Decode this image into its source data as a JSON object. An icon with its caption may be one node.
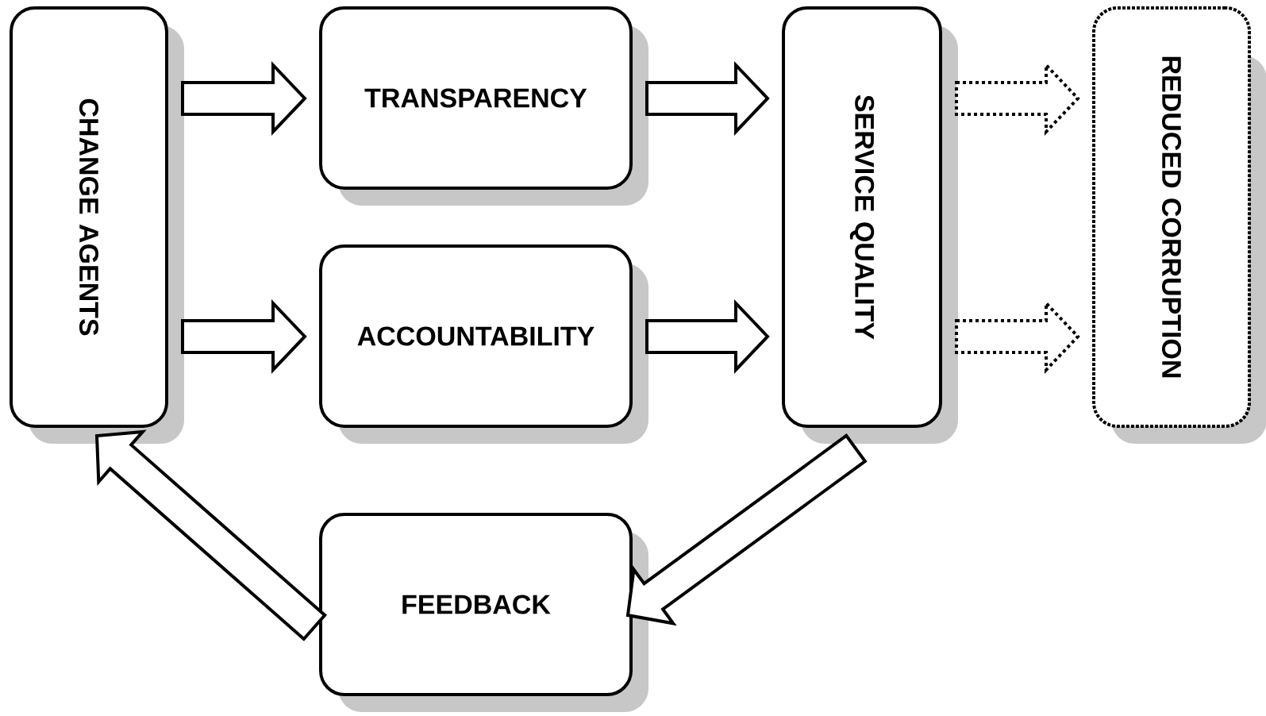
{
  "diagram": {
    "nodes": [
      {
        "text": [
          "CHANGE AGENTS"
        ]
      },
      {
        "text": [
          "TRANSPARENCY"
        ]
      },
      {
        "text": [
          "ACCOUNTABILITY"
        ]
      },
      {
        "text": [
          "SERVICE QUALITY"
        ]
      },
      {
        "text": [
          "REDUCED CORRUPTION"
        ]
      },
      {
        "text": [
          "FEEDBACK"
        ]
      }
    ],
    "edges": [
      {
        "from": 0,
        "to": 1,
        "arrow": "to"
      },
      {
        "from": 0,
        "to": 2,
        "arrow": "to"
      },
      {
        "from": 1,
        "to": 3,
        "arrow": "to"
      },
      {
        "from": 2,
        "to": 3,
        "arrow": "to"
      },
      {
        "from": 3,
        "to": 4,
        "arrow": "to",
        "style": "dashed"
      },
      {
        "from": 3,
        "to": 4,
        "arrow": "to",
        "style": "dashed"
      },
      {
        "from": 3,
        "to": 5,
        "arrow": "to"
      },
      {
        "from": 5,
        "to": 0,
        "arrow": "to"
      }
    ]
  }
}
